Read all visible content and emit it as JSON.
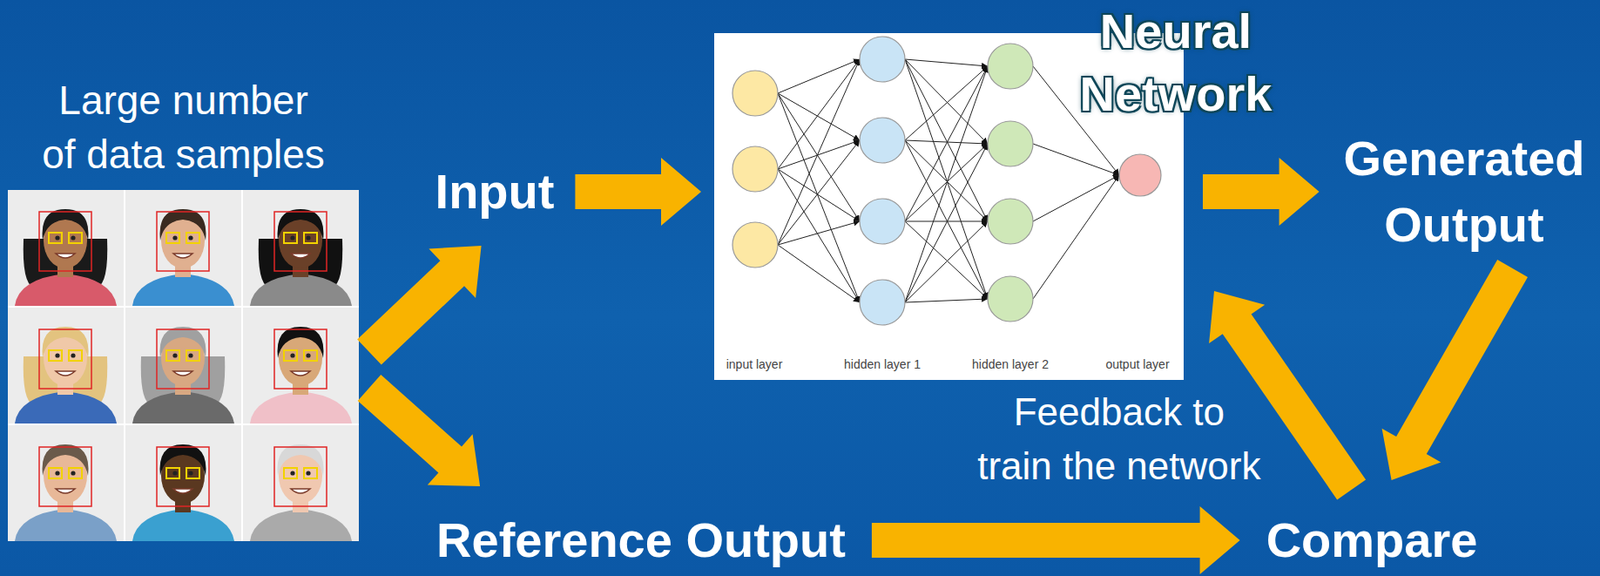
{
  "diagram": {
    "nodes": [
      {
        "text": [
          "Large number of data samples"
        ]
      },
      {
        "text": [
          "Input"
        ]
      },
      {
        "text": [
          "Neural Network"
        ]
      },
      {
        "text": [
          "Generated Output"
        ]
      },
      {
        "text": [
          "Reference Output"
        ]
      },
      {
        "text": [
          "Compare"
        ]
      }
    ],
    "edges": [
      {
        "from": 0,
        "to": 1,
        "arrow": "to"
      },
      {
        "from": 0,
        "to": 4,
        "arrow": "to"
      },
      {
        "from": 1,
        "to": 2,
        "arrow": "to"
      },
      {
        "from": 2,
        "to": 3,
        "arrow": "to"
      },
      {
        "from": 3,
        "to": 5,
        "arrow": "to"
      },
      {
        "from": 4,
        "to": 5,
        "arrow": "to"
      },
      {
        "from": 5,
        "to": 2,
        "label": "Feedback to train the network",
        "arrow": "to"
      }
    ],
    "labels": [
      "input layer",
      "hidden layer 1",
      "hidden layer 2",
      "output layer"
    ]
  }
}
